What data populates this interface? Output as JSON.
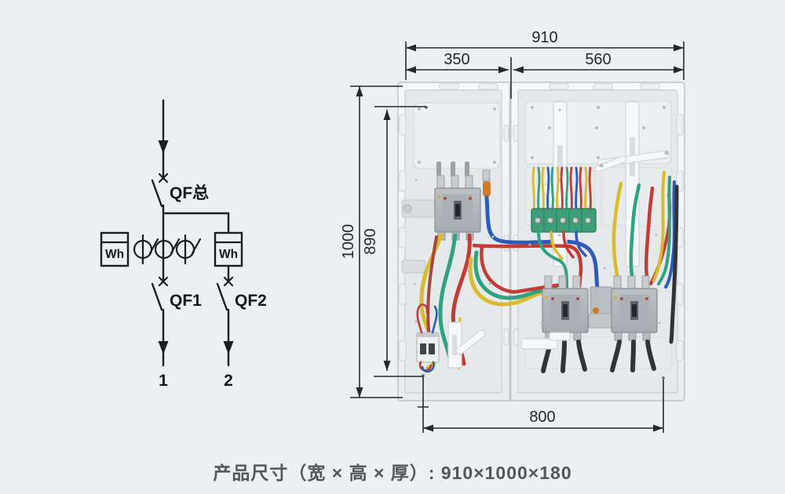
{
  "caption": {
    "text": "产品尺寸（宽 × 高 × 厚）:  910×1000×180"
  },
  "schematic": {
    "main_breaker": {
      "label": "QF总"
    },
    "meters": {
      "left": "Wh",
      "right": "Wh"
    },
    "branch_breakers": [
      {
        "label": "QF1"
      },
      {
        "label": "QF2"
      }
    ],
    "outputs": [
      {
        "label": "1"
      },
      {
        "label": "2"
      }
    ]
  },
  "dimensions": {
    "top_total": "910",
    "top_left_compartment": "350",
    "top_right_compartment": "560",
    "height_total": "1000",
    "height_inner": "890",
    "bottom_width": "800"
  },
  "colors": {
    "background": "#edeff0",
    "schematic_line": "#1b1d1f",
    "dimension_line": "#26282b",
    "caption_text": "#54565a",
    "cabinet_face": "#f2f4f5",
    "cabinet_inner": "#e6e9eb",
    "mounting_plate": "#edf0f1",
    "rail_white": "#f6f7f8",
    "breaker_gray": "#b3b8bc",
    "terminal_strip_green": "#3f9e78",
    "wire_yellow": "#d9bc2e",
    "wire_green": "#2fa37d",
    "wire_red": "#c23b34",
    "wire_blue": "#2d5cb8",
    "wire_dark_red": "#9e4a42",
    "wire_black": "#303438",
    "sleeve_orange": "#d07828"
  }
}
